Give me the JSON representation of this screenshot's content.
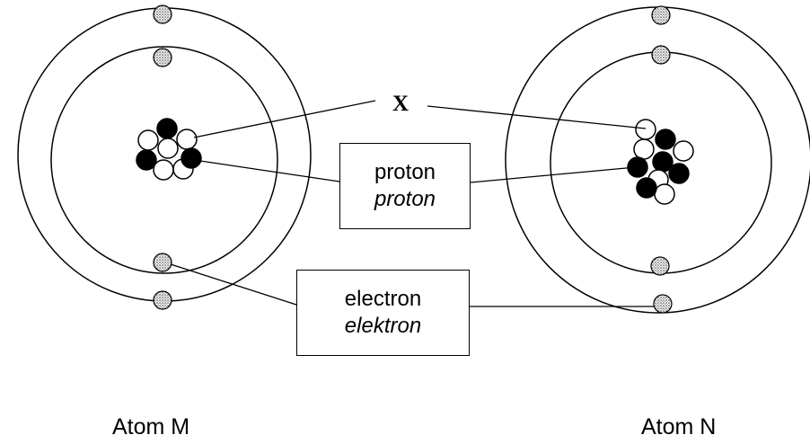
{
  "labels": {
    "x": "X",
    "proton_en": "proton",
    "proton_ms": "proton",
    "electron_en": "electron",
    "electron_ms": "elektron"
  },
  "atoms": [
    {
      "caption": "Atom M",
      "protons": 3,
      "neutrons": 5,
      "electrons": 4,
      "shells": 2
    },
    {
      "caption": "Atom N",
      "protons": 5,
      "neutrons": 5,
      "electrons": 4,
      "shells": 2
    }
  ],
  "colors": {
    "proton": "#000000",
    "neutron": "#ffffff",
    "line": "#000000"
  }
}
